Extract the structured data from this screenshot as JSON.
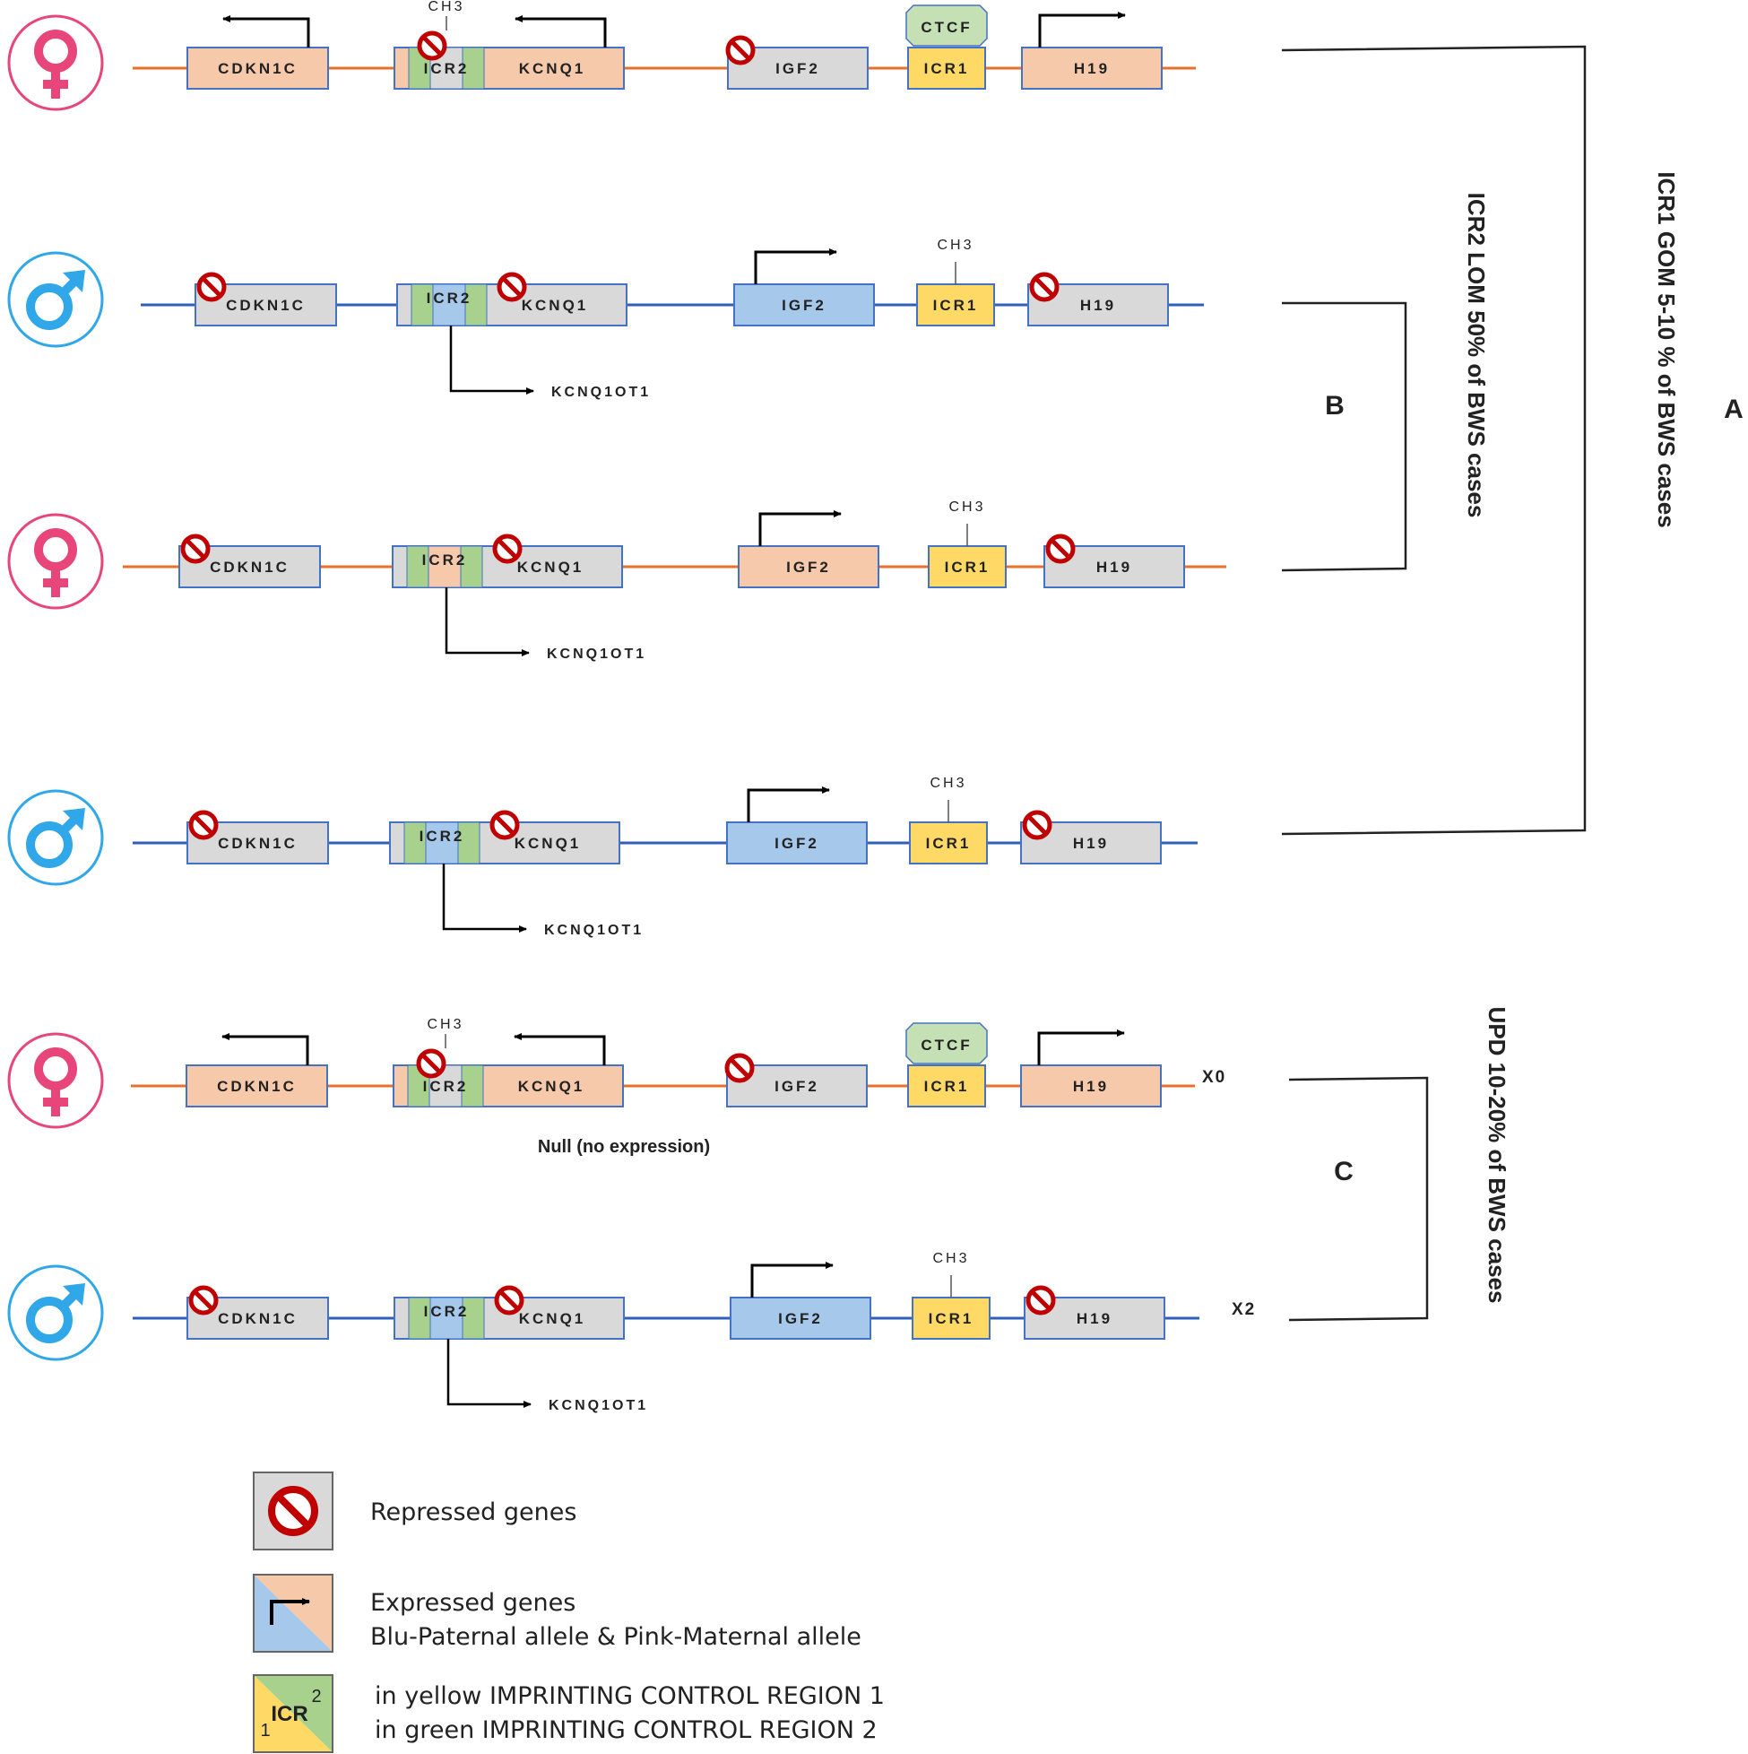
{
  "colors": {
    "maternal_line": "#e8702a",
    "paternal_line": "#2f5fb8",
    "maternal_fill": "#f6c9ab",
    "paternal_fill": "#a6c8ea",
    "repressed_fill": "#d9d9d9",
    "icr1_fill": "#ffd966",
    "icr2_fill": "#a9d18e",
    "ctcf_fill": "#c5e0b4",
    "female_symbol": "#e8467a",
    "male_symbol": "#2fa7e8",
    "block_symbol": "#c00000"
  },
  "labels": {
    "cdkn1c": "CDKN1C",
    "kcnq1": "KCNQ1",
    "icr2": "ICR2",
    "igf2": "IGF2",
    "icr1": "ICR1",
    "h19": "H19",
    "ctcf": "CTCF",
    "ch3": "CH3",
    "kcnq1ot1": "KCNQ1OT1",
    "x0": "X0",
    "x2": "X2",
    "null_expression": "Null (no expression)"
  },
  "brackets": {
    "a_label": "ICR1 GOM 5-10 % of BWS cases",
    "a_letter": "A",
    "b_label": "ICR2 LOM 50% of BWS cases",
    "b_letter": "B",
    "c_label": "UPD 10-20% of BWS cases",
    "c_letter": "C"
  },
  "legend": {
    "repressed": "Repressed genes",
    "expressed_line1": "Expressed genes",
    "expressed_line2": "Blu-Paternal allele & Pink-Maternal allele",
    "icr_box_text": "ICR",
    "icr_num1": "1",
    "icr_num2": "2",
    "icr_line1": "in yellow IMPRINTING CONTROL REGION 1",
    "icr_line2": "in green IMPRINTING CONTROL REGION 2"
  }
}
